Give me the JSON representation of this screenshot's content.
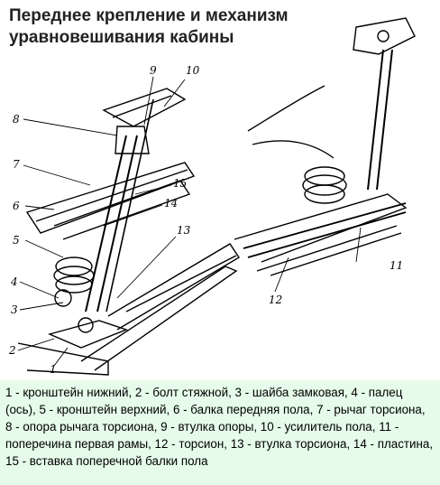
{
  "title": "Переднее крепление и механизм уравновешивания кабины",
  "callouts": [
    "1",
    "2",
    "3",
    "4",
    "5",
    "6",
    "7",
    "8",
    "9",
    "10",
    "11",
    "12",
    "13",
    "14",
    "15"
  ],
  "caption": "1 - кронштейн нижний, 2 - болт стяжной, 3 - шайба замковая, 4 - палец (ось), 5 - кронштейн верхний, 6 - балка передняя пола, 7 - рычаг торсиона, 8 - опора рычага торсиона, 9 - втулка опоры, 10 - усилитель пола, 11 - поперечина первая рамы, 12 - торсион, 13 - втулка торсиона, 14 - пластина, 15 - вставка поперечной балки пола",
  "colors": {
    "caption_background": "#e6fbe9",
    "ink": "#000000",
    "title": "#222222"
  }
}
